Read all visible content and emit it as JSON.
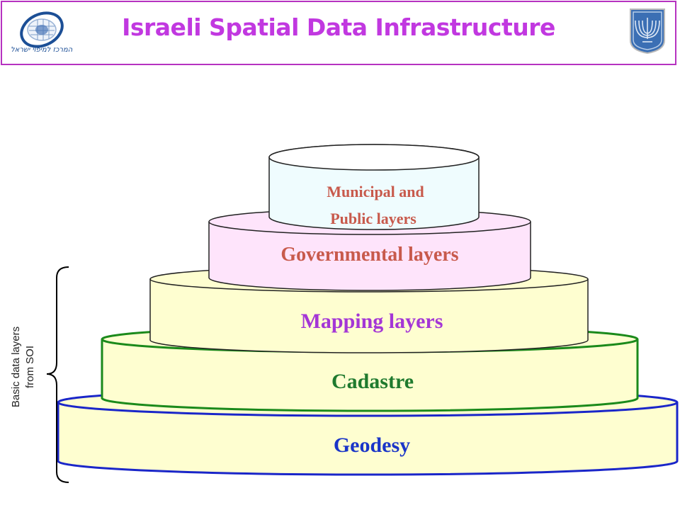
{
  "header": {
    "title": "Israeli Spatial Data Infrastructure",
    "logo_left_text": "המרכז למיפוי ישראל",
    "logo_right": "menorah-emblem"
  },
  "diagram": {
    "layers": [
      {
        "id": "geodesy",
        "label": "Geodesy",
        "color": "#1a35c8",
        "fill": "#fefed0",
        "border": "#1a26c9"
      },
      {
        "id": "cadastre",
        "label": "Cadastre",
        "color": "#1f7a2e",
        "fill": "#fefed0",
        "border": "#1b8a1b"
      },
      {
        "id": "mapping",
        "label": "Mapping layers",
        "color": "#a436d6",
        "fill": "#fefed0",
        "border": "#222222"
      },
      {
        "id": "governmental",
        "label": "Governmental layers",
        "color": "#c85a4c",
        "fill": "#fee4fb",
        "border": "#222222"
      },
      {
        "id": "municipal",
        "label_line1": "Municipal and",
        "label_line2": "Public layers",
        "color": "#c85a4c",
        "fill": "#effcfe",
        "border": "#222222"
      }
    ],
    "bracket_label_line1": "Basic data layers",
    "bracket_label_line2": "from SOI"
  }
}
